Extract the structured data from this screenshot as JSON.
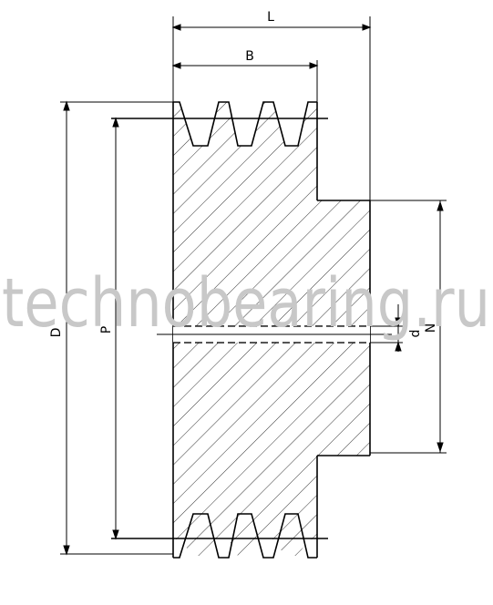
{
  "labels": {
    "L": "L",
    "B": "B",
    "D": "D",
    "P": "P",
    "N": "N",
    "d": "d"
  },
  "watermark": "technobearing.ru",
  "colors": {
    "line": "#000000",
    "hatch": "#000000",
    "watermark": "#c8c8c8"
  }
}
